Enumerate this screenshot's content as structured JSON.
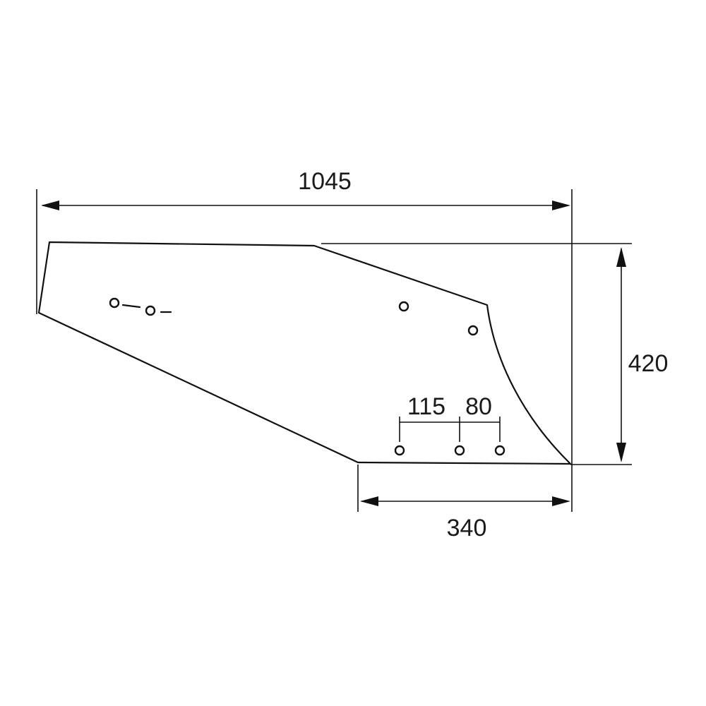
{
  "dimensions": {
    "overall_length": "1045",
    "height": "420",
    "bottom_length": "340",
    "hole_spacing_1": "115",
    "hole_spacing_2": "80"
  },
  "colors": {
    "line": "#111111",
    "background": "#ffffff"
  }
}
